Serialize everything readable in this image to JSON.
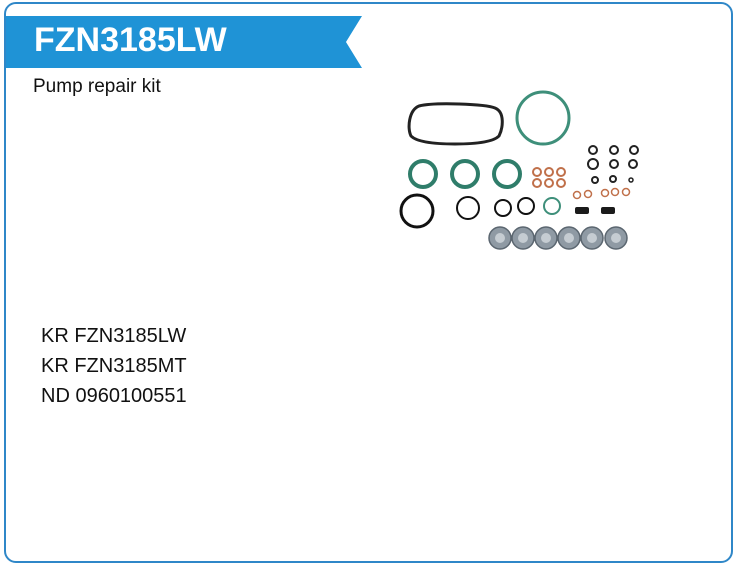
{
  "header": {
    "product_code": "FZN3185LW"
  },
  "product": {
    "description": "Pump repair kit"
  },
  "references": [
    "KR FZN3185LW",
    "KR FZN3185MT",
    "ND 0960100551"
  ],
  "colors": {
    "accent": "#1f93d6",
    "border": "#2f87c8"
  },
  "image": {
    "icon": "gasket-seal-kit-image"
  }
}
